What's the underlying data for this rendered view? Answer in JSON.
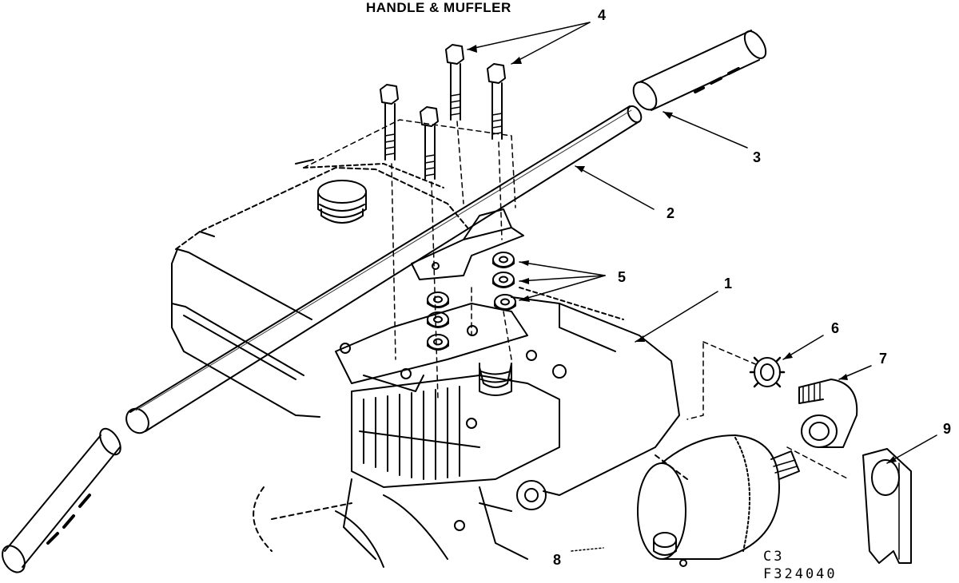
{
  "title": "HANDLE & MUFFLER",
  "callouts": [
    "1",
    "2",
    "3",
    "4",
    "5",
    "6",
    "7",
    "8",
    "9"
  ],
  "figure_codes": {
    "line1": "C3",
    "line2": "F324040"
  },
  "colors": {
    "ink": "#000000",
    "paper": "#ffffff",
    "shade": "#3a3a3a"
  }
}
